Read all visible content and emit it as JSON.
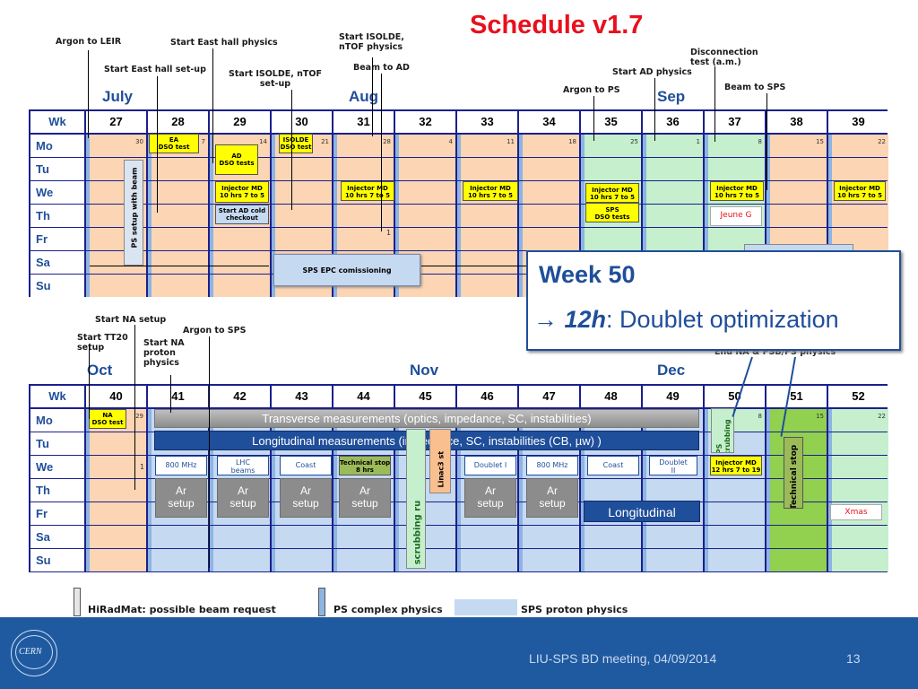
{
  "title": "Schedule v1.7",
  "top_annotations": {
    "argon_leir": "Argon to LEIR",
    "start_east_physics": "Start East hall physics",
    "start_isolde_ntof_physics": "Start ISOLDE,\nnTOF physics",
    "disconnection": "Disconnection\ntest (a.m.)",
    "start_east_setup": "Start East hall set-up",
    "start_isolde_ntof_setup": "Start ISOLDE, nTOF\nset-up",
    "beam_ad": "Beam to AD",
    "start_ad_physics": "Start AD physics",
    "argon_ps": "Argon to PS",
    "beam_sps": "Beam to SPS"
  },
  "months_top": [
    "July",
    "Aug",
    "Sep"
  ],
  "months_bottom": [
    "Oct",
    "Nov",
    "Dec"
  ],
  "wk_label": "Wk",
  "days": [
    "Mo",
    "Tu",
    "We",
    "Th",
    "Fr",
    "Sa",
    "Su"
  ],
  "weeks_top": [
    "27",
    "28",
    "29",
    "30",
    "31",
    "32",
    "33",
    "34",
    "35",
    "36",
    "37",
    "38",
    "39"
  ],
  "weeks_bottom": [
    "40",
    "41",
    "42",
    "43",
    "44",
    "45",
    "46",
    "47",
    "48",
    "49",
    "50",
    "51",
    "52"
  ],
  "daynums_top": [
    "30",
    "7",
    "14",
    "21",
    "28",
    "4",
    "11",
    "18",
    "25",
    "1",
    "8",
    "15",
    "22"
  ],
  "daynums_bottom": [
    "29",
    "",
    "",
    "",
    "",
    "",
    "",
    "",
    "",
    "",
    "8",
    "15",
    "22"
  ],
  "top_boxes": {
    "ea_dso": "EA\nDSO test",
    "ad_dso": "AD\nDSO tests",
    "isolde_dso": "ISOLDE\nDSO test",
    "injector_md": "Injector MD\n10 hrs 7 to 5",
    "start_ad_cold": "Start AD cold\ncheckout",
    "sps_dso": "SPS\nDSO tests",
    "jeune": "Jeune G",
    "sps_epc": "SPS EPC comissioning",
    "ps_setup": "PS setup with beam",
    "day_one": "1"
  },
  "bottom_annotations": {
    "start_na_setup": "Start NA setup",
    "start_tt20": "Start TT20\nsetup",
    "start_na_proton": "Start NA\nproton\nphysics",
    "argon_sps": "Argon to SPS",
    "end_na": "End NA & PSB/PS physics"
  },
  "bottom_boxes": {
    "na_dso": "NA\nDSO test",
    "transverse": "Transverse measurements (optics, impedance, SC, instabilities)",
    "longitudinal": "Longitudinal measurements (impedance, SC, instabilities (CB, µw) )",
    "b800": "800 MHz",
    "lhc_beams": "LHC\nbeams",
    "coast": "Coast",
    "tech_stop_8": "Technical stop\n8 hrs",
    "doublet_i": "Doublet I",
    "doublet_ii": "Doublet\nII",
    "injector_md2": "Injector MD\n12 hrs 7 to 19",
    "ar_setup": "Ar\nsetup",
    "longitudinal_short": "Longitudinal",
    "sps_scrubbing": "SPS scrubbing",
    "sps_scrubbing_run": "SPS scrubbing ru",
    "linac3": "Linac3 st",
    "technical_stop": "Technical stop",
    "xmas": "Xmas",
    "day_one": "1"
  },
  "overlay": {
    "heading": "Week 50",
    "line_arrow": "→",
    "line_bold": "12h",
    "line_rest": ": Doublet optimization"
  },
  "legend": {
    "hiradmat": "HiRadMat: possible beam request",
    "ps_complex": "PS complex physics",
    "sps_proton": "SPS proton physics"
  },
  "footer": {
    "meeting": "LIU-SPS BD  meeting, 04/09/2014",
    "page": "13",
    "logo": "CERN"
  },
  "colors": {
    "title_red": "#e8101e",
    "grid_navy": "#1b1f8c",
    "peach": "#fcd5b4",
    "green": "#c6efce",
    "light_blue": "#c5d9f1",
    "footer_blue": "#1f5aa0"
  }
}
